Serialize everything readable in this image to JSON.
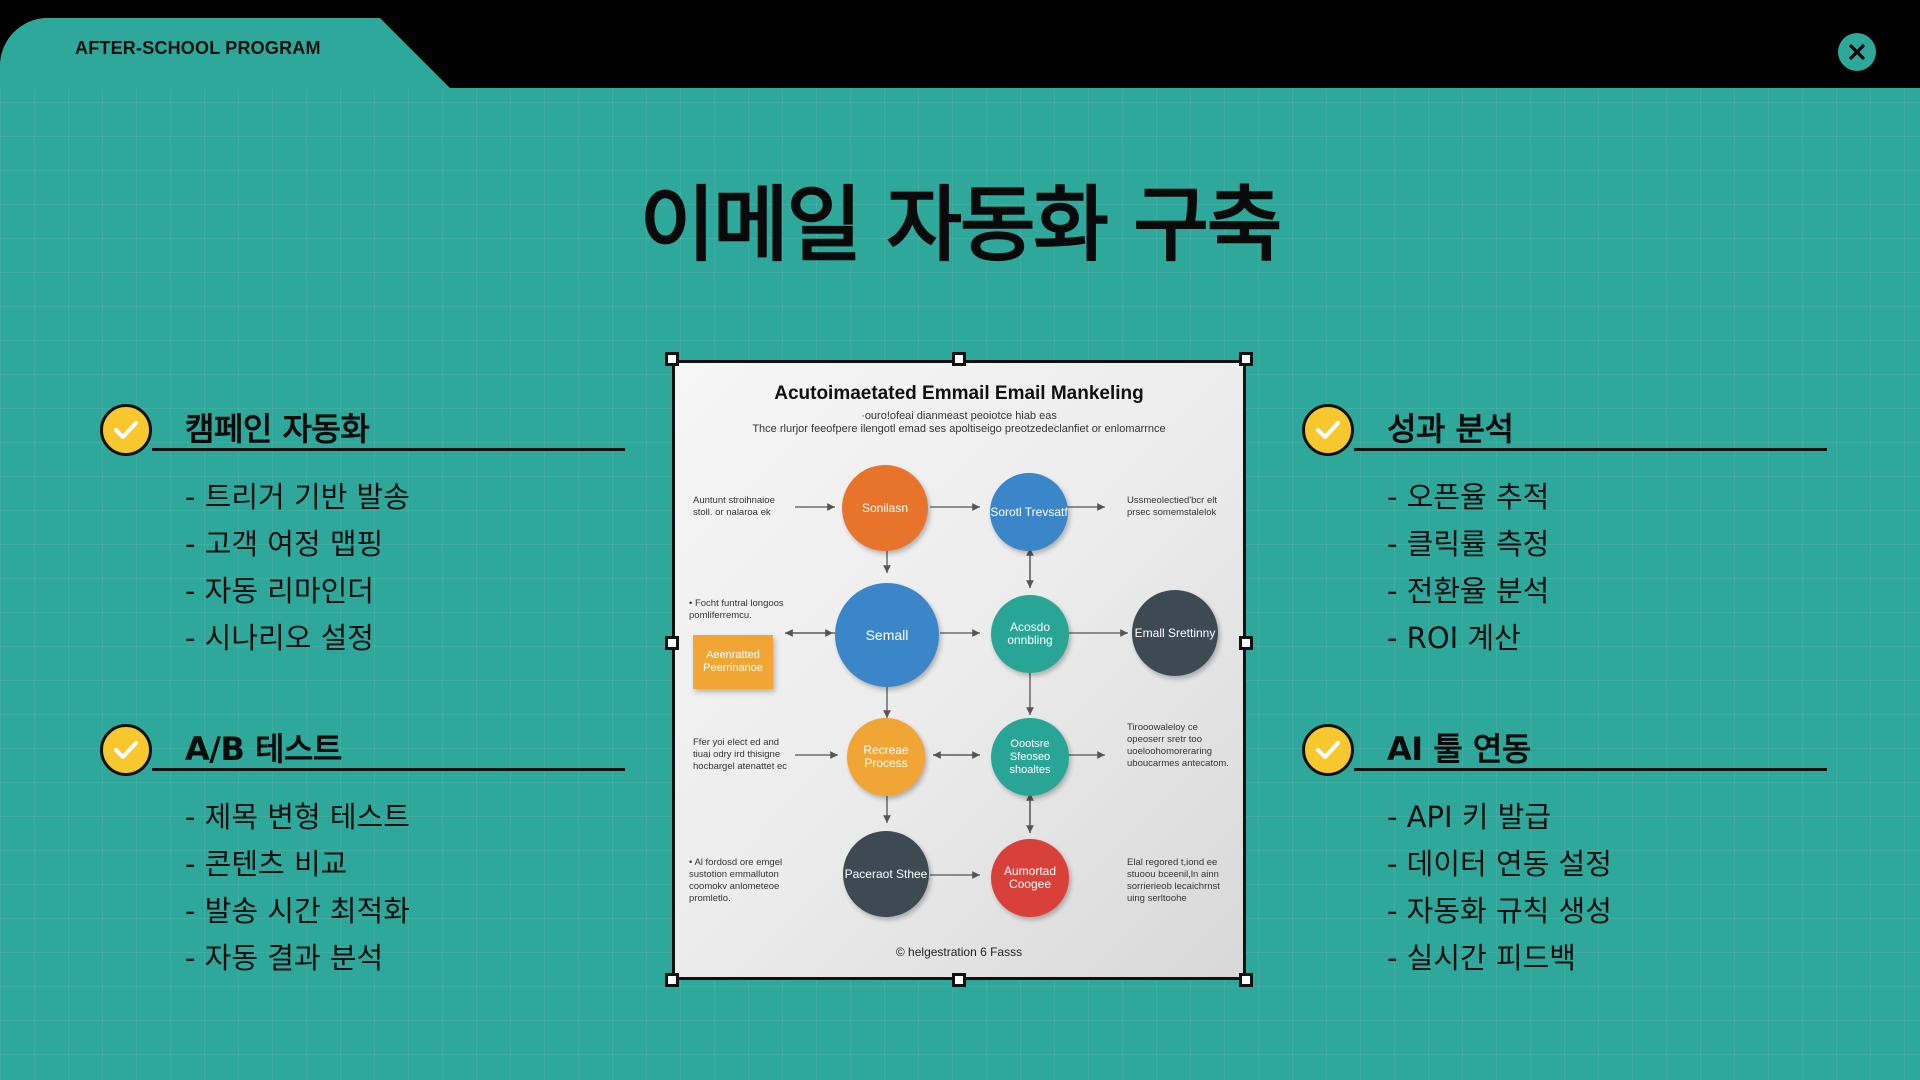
{
  "header": {
    "brand": "AFTER-SCHOOL PROGRAM",
    "close_icon": "close-icon"
  },
  "title": "이메일 자동화 구축",
  "colors": {
    "background": "#2ea89a",
    "topbar": "#000000",
    "check": "#f7c82d",
    "text": "#111111"
  },
  "sections": {
    "campaign": {
      "title": "캠페인 자동화",
      "items": [
        "- 트리거 기반 발송",
        "- 고객 여정 맵핑",
        "- 자동 리마인더",
        "- 시나리오 설정"
      ]
    },
    "abtest": {
      "title": "A/B 테스트",
      "items": [
        "- 제목 변형 테스트",
        "- 콘텐츠 비교",
        "- 발송 시간 최적화",
        "- 자동 결과 분석"
      ]
    },
    "performance": {
      "title": "성과 분석",
      "items": [
        "- 오픈율 추적",
        "- 클릭률 측정",
        "- 전환율 분석",
        "- ROI 계산"
      ]
    },
    "ai": {
      "title": "AI 툴 연동",
      "items": [
        "- API 키 발급",
        "- 데이터 연동 설정",
        "- 자동화 규칙 생성",
        "- 실시간 피드백"
      ]
    }
  },
  "diagram": {
    "title": "Acutoimaetated Emmail Email Mankeling",
    "subtitle1": "·ouro!ofeai dianmeast peoiotce hiab eas",
    "subtitle2": "Thce rlurjor feeofpere ilengotl emad ses apoltiseigo preotzedeclanfiet or enlomarrnce",
    "nodes": {
      "n1": "Sonilasn",
      "n2": "Sorotl Trevsatf",
      "n3": "Semall",
      "n4": "Acosdo onnbling",
      "n5": "Emall Srettinny",
      "n6": "Recreae Process",
      "n7": "Oootsre Sfeoseo shoaltes",
      "n8": "Paceraot Sthee",
      "n9": "Aumortad Coogee"
    },
    "box": "Aeenratted Peerrinanoe",
    "notes": {
      "a": "Auntunt stroihnaioe stoll. or nalaroa ek",
      "b": "Ussmeolectied'bcr elt prsec somemstalelok",
      "c": "• Focht funtral longoos pomliferremcu.",
      "d": "Ffer yoi elect ed and tiuai odry ird thisigne hocbargel atenattet ec",
      "e": "Tirooowaleloy ce opeoserr sretr too uoeloohomoreraring uboucarmes antecatom.",
      "f": "• Al fordosd ore emgel sustotion emmalluton coomokv anlometeoe promletlo.",
      "g": "Elal regored t,iond ee stuoou bceenil,ln ainn sorrierieob lecaichrnst uing serltoohe"
    },
    "footer": "© helgestration 6 Fasss"
  }
}
